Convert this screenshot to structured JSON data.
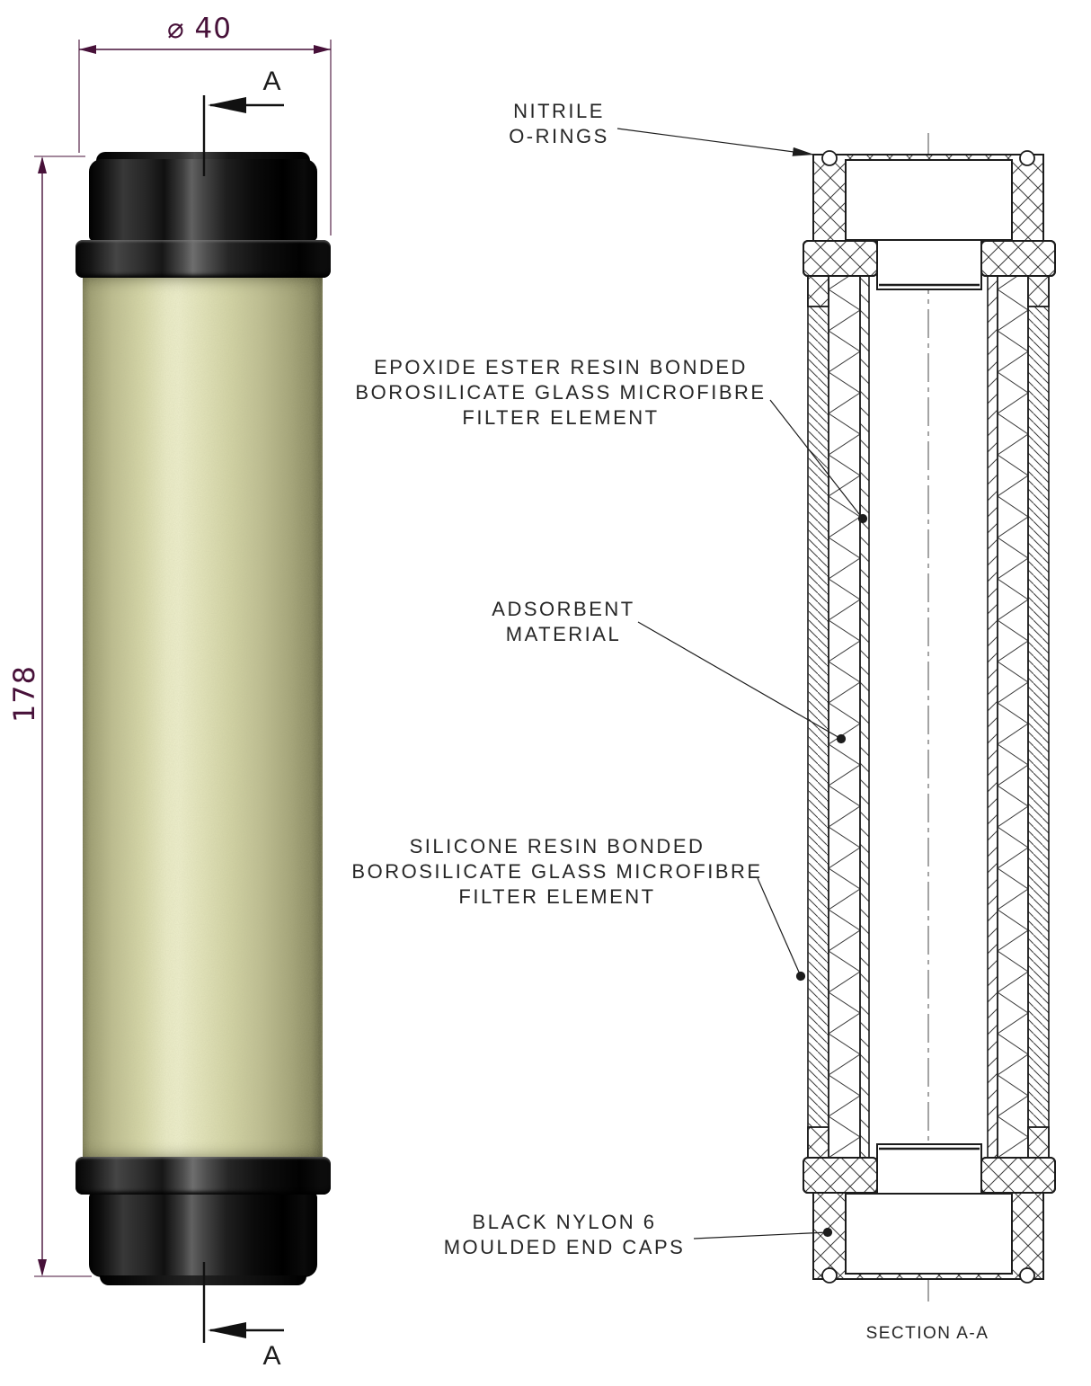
{
  "drawing": {
    "dimensions": {
      "diameter_label": "⌀ 40",
      "length_label": "178"
    },
    "section_markers": {
      "top": "A",
      "bottom": "A"
    },
    "callouts": {
      "nitrile": "NITRILE\nO-RINGS",
      "epoxide": "EPOXIDE ESTER RESIN BONDED\nBOROSILICATE GLASS MICROFIBRE\nFILTER ELEMENT",
      "adsorbent": "ADSORBENT\nMATERIAL",
      "silicone": "SILICONE RESIN BONDED\nBOROSILICATE GLASS MICROFIBRE\nFILTER ELEMENT",
      "end_caps": "BLACK NYLON 6\nMOULDED END CAPS"
    },
    "section_title": "SECTION A-A",
    "colors": {
      "background": "#ffffff",
      "dimension_lines": "#471139",
      "drawing_lines": "#1c1c1c",
      "hatch_lines": "#3a3a3a",
      "label_text": "#262626",
      "end_cap_black": "#0d0d0d",
      "filter_body_khaki": "#d9d9ac",
      "filter_body_highlight": "#eff0cd",
      "filter_body_shadow": "#84845c"
    }
  }
}
